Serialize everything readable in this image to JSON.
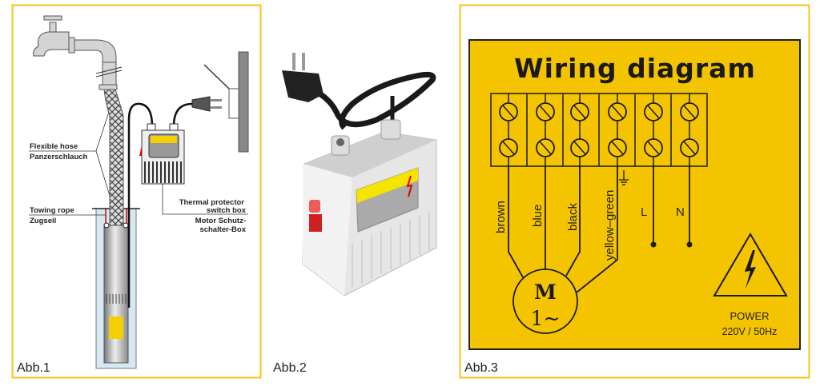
{
  "colors": {
    "frame": "#f5c518",
    "label_bg": "#f5c400",
    "water": "#d6e9f3",
    "hose": "#8a8a8a"
  },
  "figure1": {
    "caption": "Abb.1",
    "labels": {
      "hose_en": "Flexible hose",
      "hose_de": "Panzerschlauch",
      "rope_en": "Towing rope",
      "rope_de": "Zugseil",
      "box_en_1": "Thermal protector",
      "box_en_2": "switch box",
      "box_de_1": "Motor Schutz-",
      "box_de_2": "schalter-Box"
    }
  },
  "figure2": {
    "caption": "Abb.2"
  },
  "figure3": {
    "caption": "Abb.3",
    "title": "Wiring diagram",
    "wires": [
      "brown",
      "blue",
      "black",
      "yellow–green"
    ],
    "mains": [
      "L",
      "N"
    ],
    "motor_line1": "M",
    "motor_line2": "1~",
    "power_label": "POWER",
    "power_rating": "220V / 50Hz",
    "icons": [
      "ground-icon",
      "high-voltage-icon"
    ]
  }
}
